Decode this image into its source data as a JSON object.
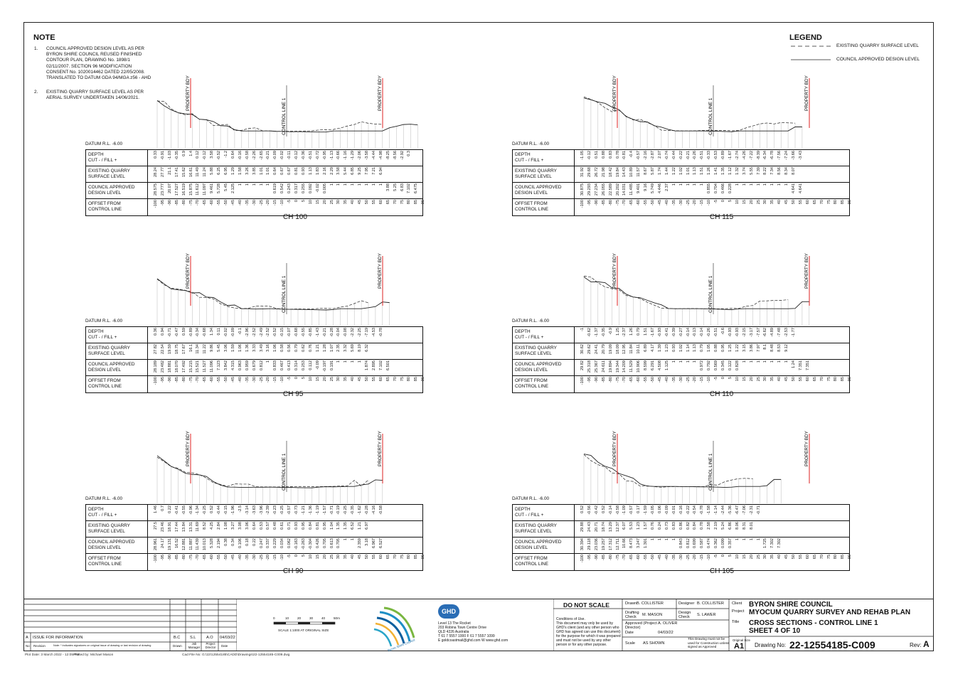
{
  "notes": {
    "title": "NOTE",
    "items": [
      {
        "num": "1.",
        "lines": [
          "COUNCIL APPROVED DESIGN LEVEL AS PER",
          "BYRON SHIRE COUNCIL REUSED FINISHED",
          "CONTOUR PLAN, DRAWING No. 1898/1",
          "02/11/2007. SECTION 96 MODIFICATION",
          "CONSENT No. 1020014462 DATED 22/05/2008.",
          "TRANSLATED TO DATUM GDA 94/MGA z56 - AHD"
        ]
      },
      {
        "num": "2.",
        "lines": [
          "EXISTING QUARRY SURFACE LEVEL AS PER",
          "AERIAL SURVEY UNDERTAKEN 14/06/2021."
        ]
      }
    ]
  },
  "legend": {
    "title": "LEGEND",
    "existing": "EXISTING QUARRY SURFACE LEVEL",
    "approved": "COUNCIL APPROVED DESIGN LEVEL"
  },
  "row_labels": {
    "depth": [
      "DEPTH",
      "CUT - / FILL +"
    ],
    "existing": [
      "EXISTING QUARRY",
      "SURFACE LEVEL"
    ],
    "council": [
      "COUNCIL APPROVED",
      "DESIGN LEVEL"
    ],
    "offset": [
      "OFFSET FROM",
      "CONTROL LINE"
    ]
  },
  "profile_labels": {
    "property_bdy": "PROPERTY BDY",
    "control_line": "CONTROL LINE 1"
  },
  "offsets": [
    "-100",
    "-95",
    "-90",
    "-85",
    "-80",
    "-75",
    "-70",
    "-65",
    "-60",
    "-55",
    "-50",
    "-45",
    "-40",
    "-35",
    "-30",
    "-25",
    "-20",
    "-15",
    "-10",
    "-5",
    "0",
    "5",
    "10",
    "15",
    "20",
    "25",
    "30",
    "35",
    "40",
    "45",
    "50",
    "55",
    "60",
    "65",
    "70",
    "75",
    "80",
    "85",
    "90"
  ],
  "sections": [
    {
      "id": "ch100",
      "name": "CH 100",
      "datum": "DATUM R.L. -6.00",
      "depth": [
        "0.33",
        "-0.91",
        "-1.03",
        "-0.35",
        "0.9",
        "1.4",
        "0.12",
        "-0.12",
        "3.58",
        "-0.52",
        "-1.2",
        "0.64",
        "-0.16",
        "-0.58",
        "-2.26",
        "-2.65",
        "-0.21",
        "-0.09",
        "-0.02",
        "-0.11",
        "-0.12",
        "-0.36",
        "-0.51",
        "-0.72",
        "-0.95",
        "-1.13",
        "-0.66",
        "-1.16",
        "-1.29",
        "-2.06",
        "-3.58",
        "-4.44",
        "-4.98",
        "-8.25",
        "-8.56",
        "-2.92",
        "0.3",
        "",
        ""
      ],
      "existing": [
        "28.24",
        "27.77",
        "21.1",
        "17.41",
        "15.62",
        "16.61",
        "11.49",
        "11.24",
        "5.88",
        "6.25",
        "6.95",
        "1.29",
        "1.58",
        "3.26",
        "3.85",
        "1.01",
        "1.01",
        "0.64",
        "0.67",
        "0.67",
        "0.81",
        "0.93",
        "1.13",
        "1.83",
        "2.16",
        "2.29",
        "3.58",
        "5.44",
        "6.85",
        "9.25",
        "7.95",
        "7.21",
        "6.94",
        "",
        "",
        "",
        "",
        "",
        ""
      ],
      "council": [
        "28.575",
        "23.777",
        "20.07",
        "17.527",
        "16.519",
        "15.875",
        "11.612",
        "11.097",
        "9.461",
        "5.728",
        "5.45",
        "2.125",
        "1",
        "1",
        "1",
        "1",
        "1",
        "0.619",
        "0.542",
        "0.243",
        "0.317",
        "0.255",
        "0.092",
        "-0.02",
        "0.005",
        "1",
        "1",
        "1",
        "1",
        "1",
        "1",
        "1",
        "1",
        "3.88",
        "5.25",
        "6.83",
        "7.102",
        "6.475",
        ""
      ],
      "prop_l": 0.12,
      "prop_r": 0.83
    },
    {
      "id": "ch115",
      "name": "CH 115",
      "datum": "DATUM R.L. -6.00",
      "depth": [
        "-1.05",
        "-0.12",
        "0.51",
        "0.88",
        "0.83",
        "0.78",
        "-0.81",
        "-0.4",
        "-0.57",
        "-2.16",
        "-2.87",
        "2.07",
        "-0.74",
        "-0.44",
        "-0.22",
        "-0.21",
        "-0.26",
        "-0.51",
        "-0.33",
        "-0.53",
        "-0.89",
        "-1.67",
        "-2.74",
        "-4.26",
        "-7.22",
        "-8.39",
        "-6.34",
        "-6.78",
        "-7.56",
        "-7.24",
        "-3.66",
        "-3.43",
        "",
        "",
        "",
        "",
        "",
        "",
        ""
      ],
      "existing": [
        "31.92",
        "29.68",
        "26.72",
        "21.98",
        "18.42",
        "19.84",
        "14.43",
        "10.89",
        "11.57",
        "8.67",
        "5.87",
        "1.74",
        "1.44",
        "1.22",
        "1.02",
        "1.01",
        "1.13",
        "1.51",
        "1.26",
        "1.41",
        "1.35",
        "1.12",
        "1.32",
        "3.74",
        "5.55",
        "7.39",
        "8.22",
        "7.34",
        "8.56",
        "8.34",
        "8.07",
        "",
        "",
        "",
        "",
        "",
        "",
        "",
        ""
      ],
      "council": [
        "30.875",
        "29.293",
        "27.234",
        "26.055",
        "22.589",
        "20.202",
        "14.031",
        "11.485",
        "9.401",
        "9.16",
        "5.749",
        "4.446",
        "2.37",
        "1",
        "1",
        "1",
        "1",
        "1",
        "0.855",
        "0.704",
        "0.466",
        "0.228",
        "1",
        "1",
        "1",
        "1",
        "1",
        "1",
        "1",
        "1",
        "4.641",
        "4.641",
        "",
        "",
        "",
        "",
        "",
        "",
        ""
      ],
      "prop_l": 0.18,
      "prop_r": 0.0
    },
    {
      "id": "ch95",
      "name": "CH 95",
      "datum": "DATUM R.L. -6.00",
      "depth": [
        "0.36",
        "0.94",
        "-0.71",
        "-0.47",
        "0.59",
        "-0.89",
        "-0.34",
        "-0.68",
        "1.34",
        "0.11",
        "-0.02",
        "-0.09",
        "-0.1",
        "-2.96",
        "-2.52",
        "-2.49",
        "-2.52",
        "-0.52",
        "-0.15",
        "-0.07",
        "-0.68",
        "-0.55",
        "-0.85",
        "-1.43",
        "-0.21",
        "-0.28",
        "-0.04",
        "-0.08",
        "-2.32",
        "-2.25",
        "-7.19",
        "-4.53",
        "-0.78",
        "",
        "",
        "",
        "",
        "",
        ""
      ],
      "existing": [
        "27.82",
        "22.54",
        "19.59",
        "18.75",
        "17.67",
        "16.1",
        "11.34",
        "11.22",
        "9.86",
        "5.45",
        "3.06",
        "1.59",
        "1.06",
        "1.36",
        "3.33",
        "3.49",
        "3.16",
        "1.06",
        "0.58",
        "0.56",
        "0.79",
        "0.62",
        "0.76",
        "1.21",
        "1.28",
        "1.07",
        "2.35",
        "3.32",
        "5.69",
        "8.19",
        "6.32",
        "",
        "",
        "",
        "",
        "",
        "",
        "",
        ""
      ],
      "council": [
        "28.189",
        "23.482",
        "18.881",
        "18.070",
        "17.492",
        "15.215",
        "15.521",
        "11.527",
        "11.096",
        "7.123",
        "3.842",
        "4.315",
        "0.963",
        "0.959",
        "0.679",
        "0.812",
        "1",
        "0.833",
        "0.467",
        "0.413",
        "0.314",
        "0.253",
        "0.112",
        "-0.09",
        "-0.197",
        "0.191",
        "1",
        "1",
        "1",
        "1",
        "1.874",
        "2.895",
        "7.102",
        "6.501",
        "",
        "",
        "",
        "",
        ""
      ],
      "prop_l": 0.12,
      "prop_r": 0.83
    },
    {
      "id": "ch110",
      "name": "CH 110",
      "datum": "DATUM R.L. -6.00",
      "depth": [
        "-1",
        "-0.62",
        "-1.37",
        "-0.35",
        "-0.9",
        "1.25",
        "-2.37",
        "1.26",
        "0.79",
        "1.51",
        "-1.67",
        "-0.93",
        "-0.41",
        "-0.39",
        "-0.27",
        "-0.14",
        "-0.13",
        "-0.14",
        "-0.26",
        "-0.51",
        "-0.6",
        "-0.93",
        "-0.93",
        "-2.15",
        "-3.17",
        "-7.57",
        "-6.62",
        "-4.89",
        "-7.48",
        "-2.53",
        "-1.77",
        "",
        "",
        "",
        "",
        "",
        "",
        "",
        ""
      ],
      "existing": [
        "30.62",
        "29.62",
        "24.41",
        "20.79",
        "19.09",
        "18.09",
        "12.95",
        "11.84",
        "10.11",
        "6.89",
        "4.17",
        "1.39",
        "1.23",
        "0.93",
        "1.02",
        "1.14",
        "1.13",
        "0.79",
        "1.05",
        "0.88",
        "0.95",
        "1.25",
        "1.22",
        "3.15",
        "3.86",
        "7.97",
        "8.1",
        "8.48",
        "8.53",
        "9.12",
        "",
        "",
        "",
        "",
        "",
        "",
        "",
        "",
        ""
      ],
      "council": [
        "29.82",
        "25.318",
        "25.367",
        "24.611",
        "19.894",
        "19.344",
        "14.209",
        "11.529",
        "10.906",
        "8.599",
        "6.291",
        "4.508",
        "1.125",
        "1",
        "1",
        "1",
        "1",
        "0.972",
        "0.792",
        "0.569",
        "0.345",
        "0.122",
        "0.828",
        "1",
        "1",
        "1",
        "1",
        "1",
        "1",
        "1",
        "1.24",
        "7.351",
        "7.351",
        "",
        "",
        "",
        "",
        "",
        ""
      ],
      "prop_l": 0.18,
      "prop_r": 0.0
    },
    {
      "id": "ch90",
      "name": "CH 90",
      "datum": "DATUM R.L. -6.00",
      "depth": [
        "1.46",
        "0.7",
        "0.22",
        "-0.41",
        "-0.55",
        "-0.96",
        "-1.34",
        "-0.25",
        "0.52",
        "-0.44",
        "-0.15",
        "-1.96",
        "-2.5",
        "-3.14",
        "-3.63",
        "-3.96",
        "-2.39",
        "-0.23",
        "-0.25",
        "-0.57",
        "-0.73",
        "-1.21",
        "-1.36",
        "-1.19",
        "-1.57",
        "-0.71",
        "-0.19",
        "-0.25",
        "-0.35",
        "-1.62",
        "-0.28",
        "-4.16",
        "-0.58",
        "",
        "",
        "",
        "",
        "",
        ""
      ],
      "existing": [
        "27.5",
        "23.46",
        "18.91",
        "17.44",
        "13.84",
        "13.31",
        "11.69",
        "8.52",
        "4.25",
        "2.84",
        "1.08",
        "3.27",
        "3.08",
        "3.06",
        "0.64",
        "0.53",
        "0.57",
        "0.48",
        "0.61",
        "0.71",
        "0.93",
        "0.95",
        "0.84",
        "0.81",
        "0.95",
        "1.04",
        "1.35",
        "1.35",
        "6.52",
        "1.21",
        "6.97",
        "",
        "",
        "",
        "",
        "",
        "",
        "",
        ""
      ],
      "council": [
        "28.961",
        "24.17",
        "19.131",
        "16.52",
        "12.881",
        "11.887",
        "11.439",
        "10.013",
        "5.328",
        "2.194",
        "0.38",
        "0.34",
        "0.106",
        "0.18",
        "0.22",
        "0.247",
        "0.337",
        "0.229",
        "0.034",
        "0.062",
        "-0.163",
        "-0.263",
        "-0.304",
        "0.426",
        "0.705",
        "0.613",
        "0.705",
        "1",
        "1",
        "2.359",
        "3.18",
        "6.967",
        "6.527",
        "",
        "",
        "",
        "",
        "",
        ""
      ],
      "prop_l": 0.12,
      "prop_r": 0.83
    },
    {
      "id": "ch105",
      "name": "CH 105",
      "datum": "DATUM R.L. -6.00",
      "depth": [
        "0.52",
        "-0.56",
        "-0.42",
        "0.52",
        "-0.14",
        "-0.58",
        "-1.09",
        "-0.57",
        "0.17",
        "-1.59",
        "-0.05",
        "0.06",
        "-0.09",
        "-0.01",
        "-0.16",
        "-0.22",
        "-0.54",
        "-0.78",
        "-1.58",
        "-1.14",
        "-2.44",
        "-5.36",
        "-6.47",
        "-7.06",
        "-2.31",
        "-0.71",
        "",
        "",
        "",
        "",
        "",
        "",
        "",
        "",
        "",
        "",
        "",
        "",
        ""
      ],
      "existing": [
        "29.88",
        "24.43",
        "20.71",
        "18.74",
        "13.29",
        "12.37",
        "6.07",
        "5.53",
        "1.23",
        "1.57",
        "0.76",
        "0.24",
        "0.73",
        "0.83",
        "0.86",
        "0.82",
        "0.84",
        "0.78",
        "2.58",
        "2.19",
        "5.24",
        "6.86",
        "8.06",
        "8.31",
        "8.01",
        "",
        "",
        "",
        "",
        "",
        "",
        "",
        "",
        "",
        "",
        "",
        "",
        "",
        ""
      ],
      "council": [
        "30.394",
        "29.118",
        "23.036",
        "19.257",
        "17.312",
        "12.711",
        "10.66",
        "8.473",
        "3.247",
        "1.301",
        "1",
        "1",
        "1",
        "1",
        "0.843",
        "0.812",
        "0.699",
        "0.587",
        "0.474",
        "0.362",
        "0.099",
        "0.357",
        "1",
        "1",
        "1",
        "1",
        "1.725",
        "7.302",
        "7.302",
        "",
        "",
        "",
        "",
        "",
        "",
        "",
        "",
        "",
        ""
      ],
      "prop_l": 0.18,
      "prop_r": 0.0
    }
  ],
  "titleblock": {
    "revisions": {
      "rev": "A",
      "desc": "ISSUE FOR INFORMATION",
      "drawn": "B.C",
      "job": "S.L",
      "pd": "A.O",
      "date": "04/03/22"
    },
    "rev_header": {
      "no": "No",
      "revision": "Revision",
      "note": "Note: * indicates signatures on original issue of drawing or last revision of drawing",
      "drawn": "Drawn",
      "job": "Job Manager",
      "pd": "Project Director",
      "date": "Date"
    },
    "scale_numbers": [
      "0",
      "10",
      "20",
      "30",
      "40",
      "50m"
    ],
    "scale_text": "SCALE 1:1000 AT ORIGINAL SIZE",
    "council_logo_text": "Byron Shire Council",
    "ghd_logo": "GHD",
    "ghd_address": [
      "Level 13 The Rocket",
      "203 Robina Town Centre Drive",
      "QLD 4226 Australia",
      "T 61 7 5557 1000  F 61 7 5557 1099",
      "E goldcoastmail@ghd.com  W www.ghd.com"
    ],
    "do_not_scale": "DO NOT SCALE",
    "conditions": [
      "Conditions of Use.",
      "This document may only be used by",
      "GHD's client (and any other person who",
      "GHD has agreed can use this document)",
      "for the purpose for which it was prepared",
      "and must not be used by any other",
      "person or for any other purpose."
    ],
    "drawn_label": "Drawn",
    "drawn": "B. COLLISTER",
    "designer_label": "Designer",
    "designer": "B. COLLISTER",
    "drafting_check_label": "Drafting Check",
    "drafting_check": "M. MASON",
    "design_check_label": "Design Check",
    "design_check": "S. LAWER",
    "approved_label": "Approved (Project Director)",
    "approved": "A. OLIVER",
    "date_label": "Date",
    "date": "04/03/22",
    "scale_label": "Scale",
    "scale": "AS SHOWN",
    "construction_note": [
      "This Drawing must not be",
      "used for Construction unless",
      "signed as Approved"
    ],
    "client_label": "Client",
    "client": "BYRON SHIRE COUNCIL",
    "project_label": "Project",
    "project": "MYOCUM QUARRY SURVEY AND REHAB PLAN",
    "title_label": "Title",
    "title1": "CROSS SECTIONS - CONTROL LINE 1",
    "title2": "SHEET 4 OF 10",
    "size_label": "Original Size",
    "size": "A1",
    "drawing_no_label": "Drawing No:",
    "drawing_no": "22-12554185-C009",
    "rev_label": "Rev:",
    "rev": "A"
  },
  "footer": {
    "plot_date": "Plot Date:   3 March 2022 - 12:05 PM",
    "plotted_by": "Plotted by:   Michael Mason",
    "cad_file": "Cad File No:   G:\\22\\12554185\\CADD\\Drawings\\22-12554185-C009.dwg"
  }
}
